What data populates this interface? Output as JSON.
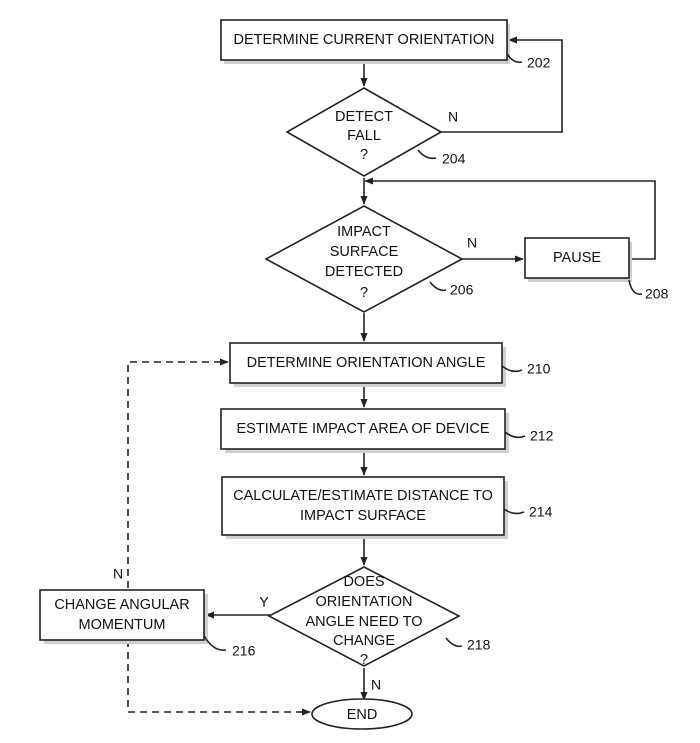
{
  "nodes": {
    "n202": {
      "lines": [
        "DETERMINE CURRENT ORIENTATION"
      ],
      "ref": "202"
    },
    "n204": {
      "lines": [
        "DETECT",
        "FALL",
        "?"
      ],
      "ref": "204"
    },
    "n206": {
      "lines": [
        "IMPACT",
        "SURFACE",
        "DETECTED",
        "?"
      ],
      "ref": "206"
    },
    "n208": {
      "lines": [
        "PAUSE"
      ],
      "ref": "208"
    },
    "n210": {
      "lines": [
        "DETERMINE ORIENTATION ANGLE"
      ],
      "ref": "210"
    },
    "n212": {
      "lines": [
        "ESTIMATE IMPACT AREA OF DEVICE"
      ],
      "ref": "212"
    },
    "n214": {
      "lines": [
        "CALCULATE/ESTIMATE DISTANCE TO",
        "IMPACT SURFACE"
      ],
      "ref": "214"
    },
    "n216": {
      "lines": [
        "CHANGE ANGULAR",
        "MOMENTUM"
      ],
      "ref": "216"
    },
    "n218": {
      "lines": [
        "DOES",
        "ORIENTATION",
        "ANGLE NEED TO",
        "CHANGE",
        "?"
      ],
      "ref": "218"
    },
    "end": {
      "lines": [
        "END"
      ]
    }
  },
  "edge_labels": {
    "fall_no": "N",
    "surface_no": "N",
    "change_yes": "Y",
    "change_no": "N",
    "loop_no": "N"
  }
}
